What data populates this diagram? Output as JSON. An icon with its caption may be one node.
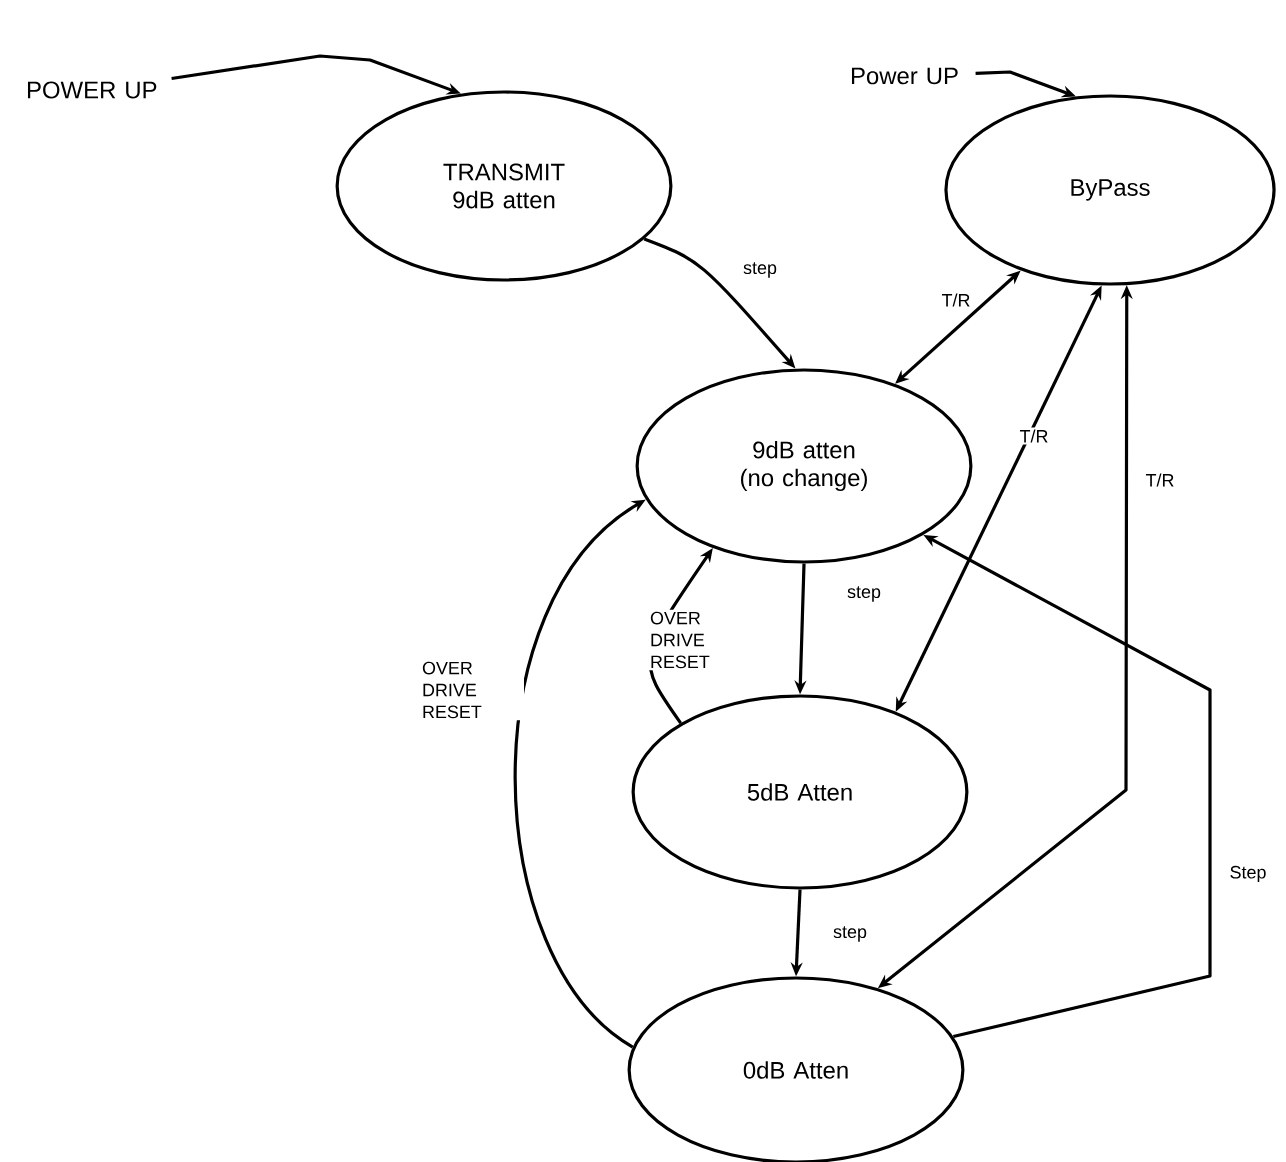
{
  "diagram": {
    "nodes": [
      {
        "text": [
          "POWER UP"
        ]
      },
      {
        "text": [
          "Power UP"
        ]
      },
      {
        "text": [
          "TRANSMIT 9dB atten"
        ]
      },
      {
        "text": [
          "ByPass"
        ]
      },
      {
        "text": [
          "9dB atten (no change)"
        ]
      },
      {
        "text": [
          "5dB Atten"
        ]
      },
      {
        "text": [
          "0dB Atten"
        ]
      }
    ],
    "edges": [
      {
        "from": 0,
        "to": 2,
        "arrow": "to"
      },
      {
        "from": 1,
        "to": 3,
        "arrow": "to"
      },
      {
        "from": 2,
        "to": 4,
        "arrow": "to",
        "label": "step"
      },
      {
        "from": 4,
        "to": 3,
        "arrow": "both",
        "label": "T/R"
      },
      {
        "from": 5,
        "to": 3,
        "arrow": "both",
        "label": "T/R"
      },
      {
        "from": 6,
        "to": 3,
        "arrow": "both",
        "label": "T/R"
      },
      {
        "from": 4,
        "to": 5,
        "arrow": "to",
        "label": "step"
      },
      {
        "from": 5,
        "to": 4,
        "arrow": "to",
        "label": "OVER DRIVE RESET"
      },
      {
        "from": 5,
        "to": 6,
        "arrow": "to",
        "label": "step"
      },
      {
        "from": 6,
        "to": 4,
        "arrow": "to",
        "label": "OVER DRIVE RESET"
      },
      {
        "from": 6,
        "to": 4,
        "arrow": "to",
        "label": "Step"
      }
    ]
  }
}
